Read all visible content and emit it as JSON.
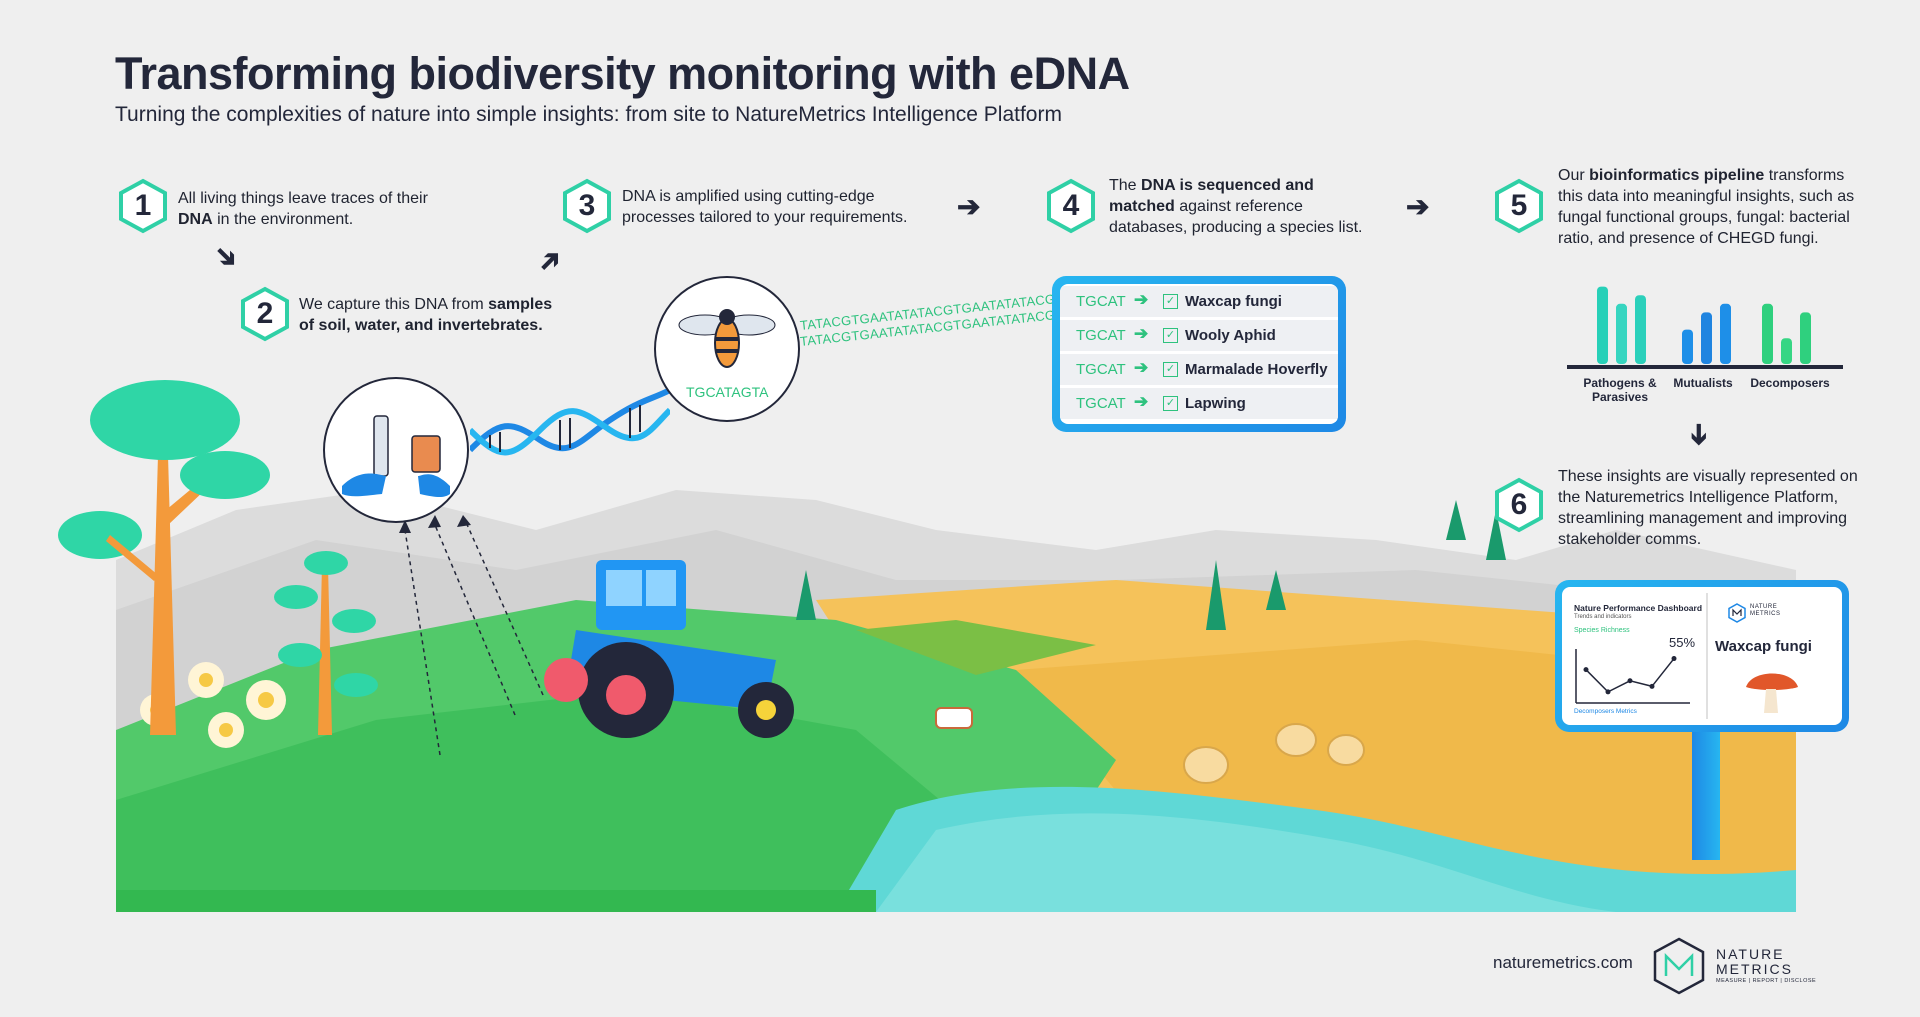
{
  "header": {
    "title": "Transforming biodiversity monitoring with eDNA",
    "subtitle": "Turning the complexities of nature into simple insights: from site to NatureMetrics Intelligence Platform"
  },
  "steps": [
    {
      "num": "1",
      "text_pre": "All living things leave traces of their ",
      "text_bold": "DNA",
      "text_post": " in the environment."
    },
    {
      "num": "2",
      "text_pre": "We capture this DNA from ",
      "text_bold": "samples of soil, water, and invertebrates.",
      "text_post": ""
    },
    {
      "num": "3",
      "text_pre": "DNA is amplified using cutting-edge processes tailored to your requirements.",
      "text_bold": "",
      "text_post": ""
    },
    {
      "num": "4",
      "text_pre": "The ",
      "text_bold": "DNA is sequenced and matched",
      "text_post": " against reference databases, producing a species list."
    },
    {
      "num": "5",
      "text_pre": "Our ",
      "text_bold": "bioinformatics pipeline",
      "text_post": " transforms this data into meaningful insights, such as fungal functional groups, fungal: bacterial ratio, and presence of CHEGD fungi."
    },
    {
      "num": "6",
      "text_pre": "These insights are visually represented on the Naturemetrics Intelligence Platform, streamlining management and improving stakeholder comms.",
      "text_bold": "",
      "text_post": ""
    }
  ],
  "sample_code": "TGCATAGTA",
  "dna_sequence_1": "TATACGTGAATATATACGTGAATATATACG",
  "dna_sequence_2": "TATACGTGAATATATACGTGAATATATACG",
  "species_list": [
    {
      "code": "TGCAT",
      "arrow": "➔",
      "check": "✓",
      "name": "Waxcap fungi"
    },
    {
      "code": "TGCAT",
      "arrow": "➔",
      "check": "✓",
      "name": "Wooly Aphid"
    },
    {
      "code": "TGCAT",
      "arrow": "➔",
      "check": "✓",
      "name": "Marmalade Hoverfly"
    },
    {
      "code": "TGCAT",
      "arrow": "➔",
      "check": "✓",
      "name": "Lapwing"
    }
  ],
  "chart_data": {
    "type": "bar",
    "categories": [
      "Pathogens & Parasives",
      "Mutualists",
      "Decomposers"
    ],
    "series": [
      {
        "values": [
          9,
          7,
          8
        ]
      },
      {
        "values": [
          4,
          6,
          7
        ]
      },
      {
        "values": [
          7,
          3,
          6
        ]
      }
    ],
    "ylim": [
      0,
      10
    ],
    "colors": [
      [
        "#27d0b8",
        "#36d5c0",
        "#2bd0bb"
      ],
      [
        "#1e8fe8",
        "#1f84e0",
        "#1e8fe8"
      ],
      [
        "#2fd07e",
        "#36d684",
        "#2fd07e"
      ]
    ],
    "grid": false
  },
  "dashboard": {
    "title": "Nature Performance Dashboard",
    "subtitle": "Trends and indicators",
    "metric_label": "Species Richness",
    "metric_value": "55%",
    "footer_label": "Decomposers Metrics",
    "featured_species": "Waxcap fungi",
    "brand_top": "NATURE",
    "brand_bottom": "METRICS",
    "points": [
      3,
      1,
      2,
      1.5,
      4
    ]
  },
  "footer": {
    "url": "naturemetrics.com",
    "brand_top": "NATURE",
    "brand_bottom": "METRICS",
    "tagline": "MEASURE | REPORT | DISCLOSE"
  },
  "colors": {
    "accent_green": "#2ec27e",
    "accent_blue": "#1e88e5",
    "dark": "#23273a",
    "hexagon": "#2fd0a6"
  }
}
